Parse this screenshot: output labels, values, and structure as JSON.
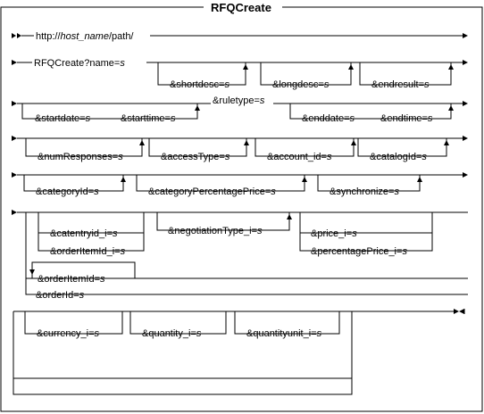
{
  "title": "RFQCreate",
  "url": {
    "scheme": "http://",
    "host": "host_name",
    "path": "/path/"
  },
  "param_sep": "=",
  "param_value": "s",
  "row1": {
    "start": "RFQCreate?name",
    "items": [
      "&shortdesc",
      "&longdesc",
      "&endresult"
    ]
  },
  "row2": {
    "startdate": "&startdate",
    "starttime": "&starttime",
    "ruletype": "&ruletype",
    "enddate": "&enddate",
    "endtime": "&endtime"
  },
  "row3": {
    "items": [
      "&numResponses",
      "&accessType",
      "&account_id",
      "&catalogId"
    ]
  },
  "row4": {
    "items": [
      "&categoryId",
      "&categoryPercentagePrice",
      "&synchronize"
    ]
  },
  "row5": {
    "catentryid": "&catentryid_i",
    "orderItemId_i": "&orderItemId_i",
    "negotiationType": "&negotiationType_i",
    "price": "&price_i",
    "percentagePrice": "&percentagePrice_i",
    "orderItemId": "&orderItemId",
    "orderId": "&orderId"
  },
  "row6": {
    "items": [
      "&currency_i",
      "&quantity_i",
      "&quantityunit_i"
    ]
  }
}
